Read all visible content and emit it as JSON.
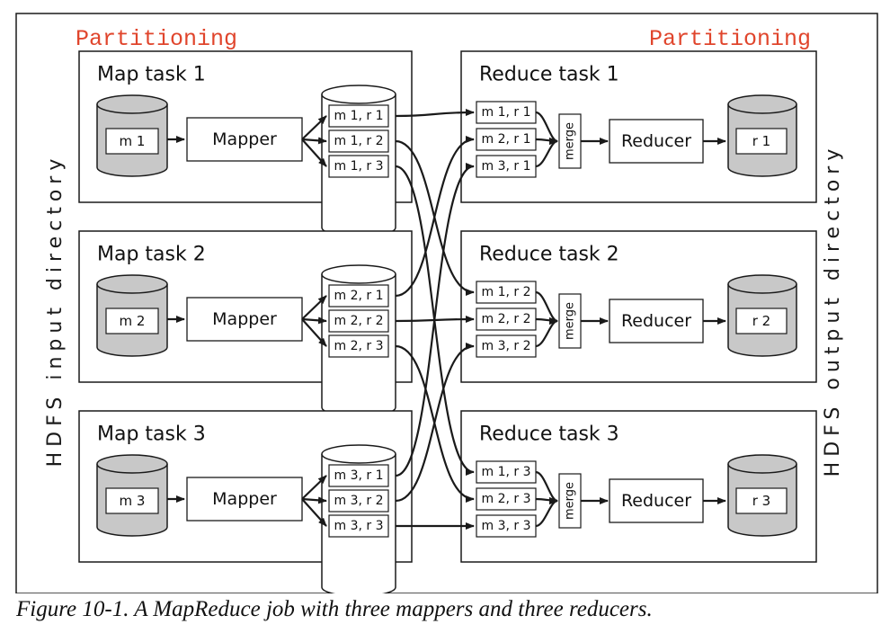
{
  "partition_labels": {
    "left": "Partitioning",
    "right": "Partitioning"
  },
  "side_labels": {
    "left": "HDFS input directory",
    "right": "HDFS output directory"
  },
  "map_tasks": [
    {
      "title": "Map task 1",
      "input": "m 1",
      "mapper": "Mapper",
      "partitions": [
        "m 1, r 1",
        "m 1, r 2",
        "m 1, r 3"
      ]
    },
    {
      "title": "Map task 2",
      "input": "m 2",
      "mapper": "Mapper",
      "partitions": [
        "m 2, r 1",
        "m 2, r 2",
        "m 2, r 3"
      ]
    },
    {
      "title": "Map task 3",
      "input": "m 3",
      "mapper": "Mapper",
      "partitions": [
        "m 3, r 1",
        "m 3, r 2",
        "m 3, r 3"
      ]
    }
  ],
  "reduce_tasks": [
    {
      "title": "Reduce task 1",
      "inputs": [
        "m 1, r 1",
        "m 2, r 1",
        "m 3, r 1"
      ],
      "merge": "merge",
      "reducer": "Reducer",
      "output": "r 1"
    },
    {
      "title": "Reduce task 2",
      "inputs": [
        "m 1, r 2",
        "m 2, r 2",
        "m 3, r 2"
      ],
      "merge": "merge",
      "reducer": "Reducer",
      "output": "r 2"
    },
    {
      "title": "Reduce task 3",
      "inputs": [
        "m 1, r 3",
        "m 2, r 3",
        "m 3, r 3"
      ],
      "merge": "merge",
      "reducer": "Reducer",
      "output": "r 3"
    }
  ],
  "caption": "Figure 10-1. A MapReduce job with three mappers and three reducers.",
  "colors": {
    "partitioning_label": "#e0452c",
    "cylinder_fill": "#c8c8c8",
    "stroke": "#1a1a1a"
  }
}
